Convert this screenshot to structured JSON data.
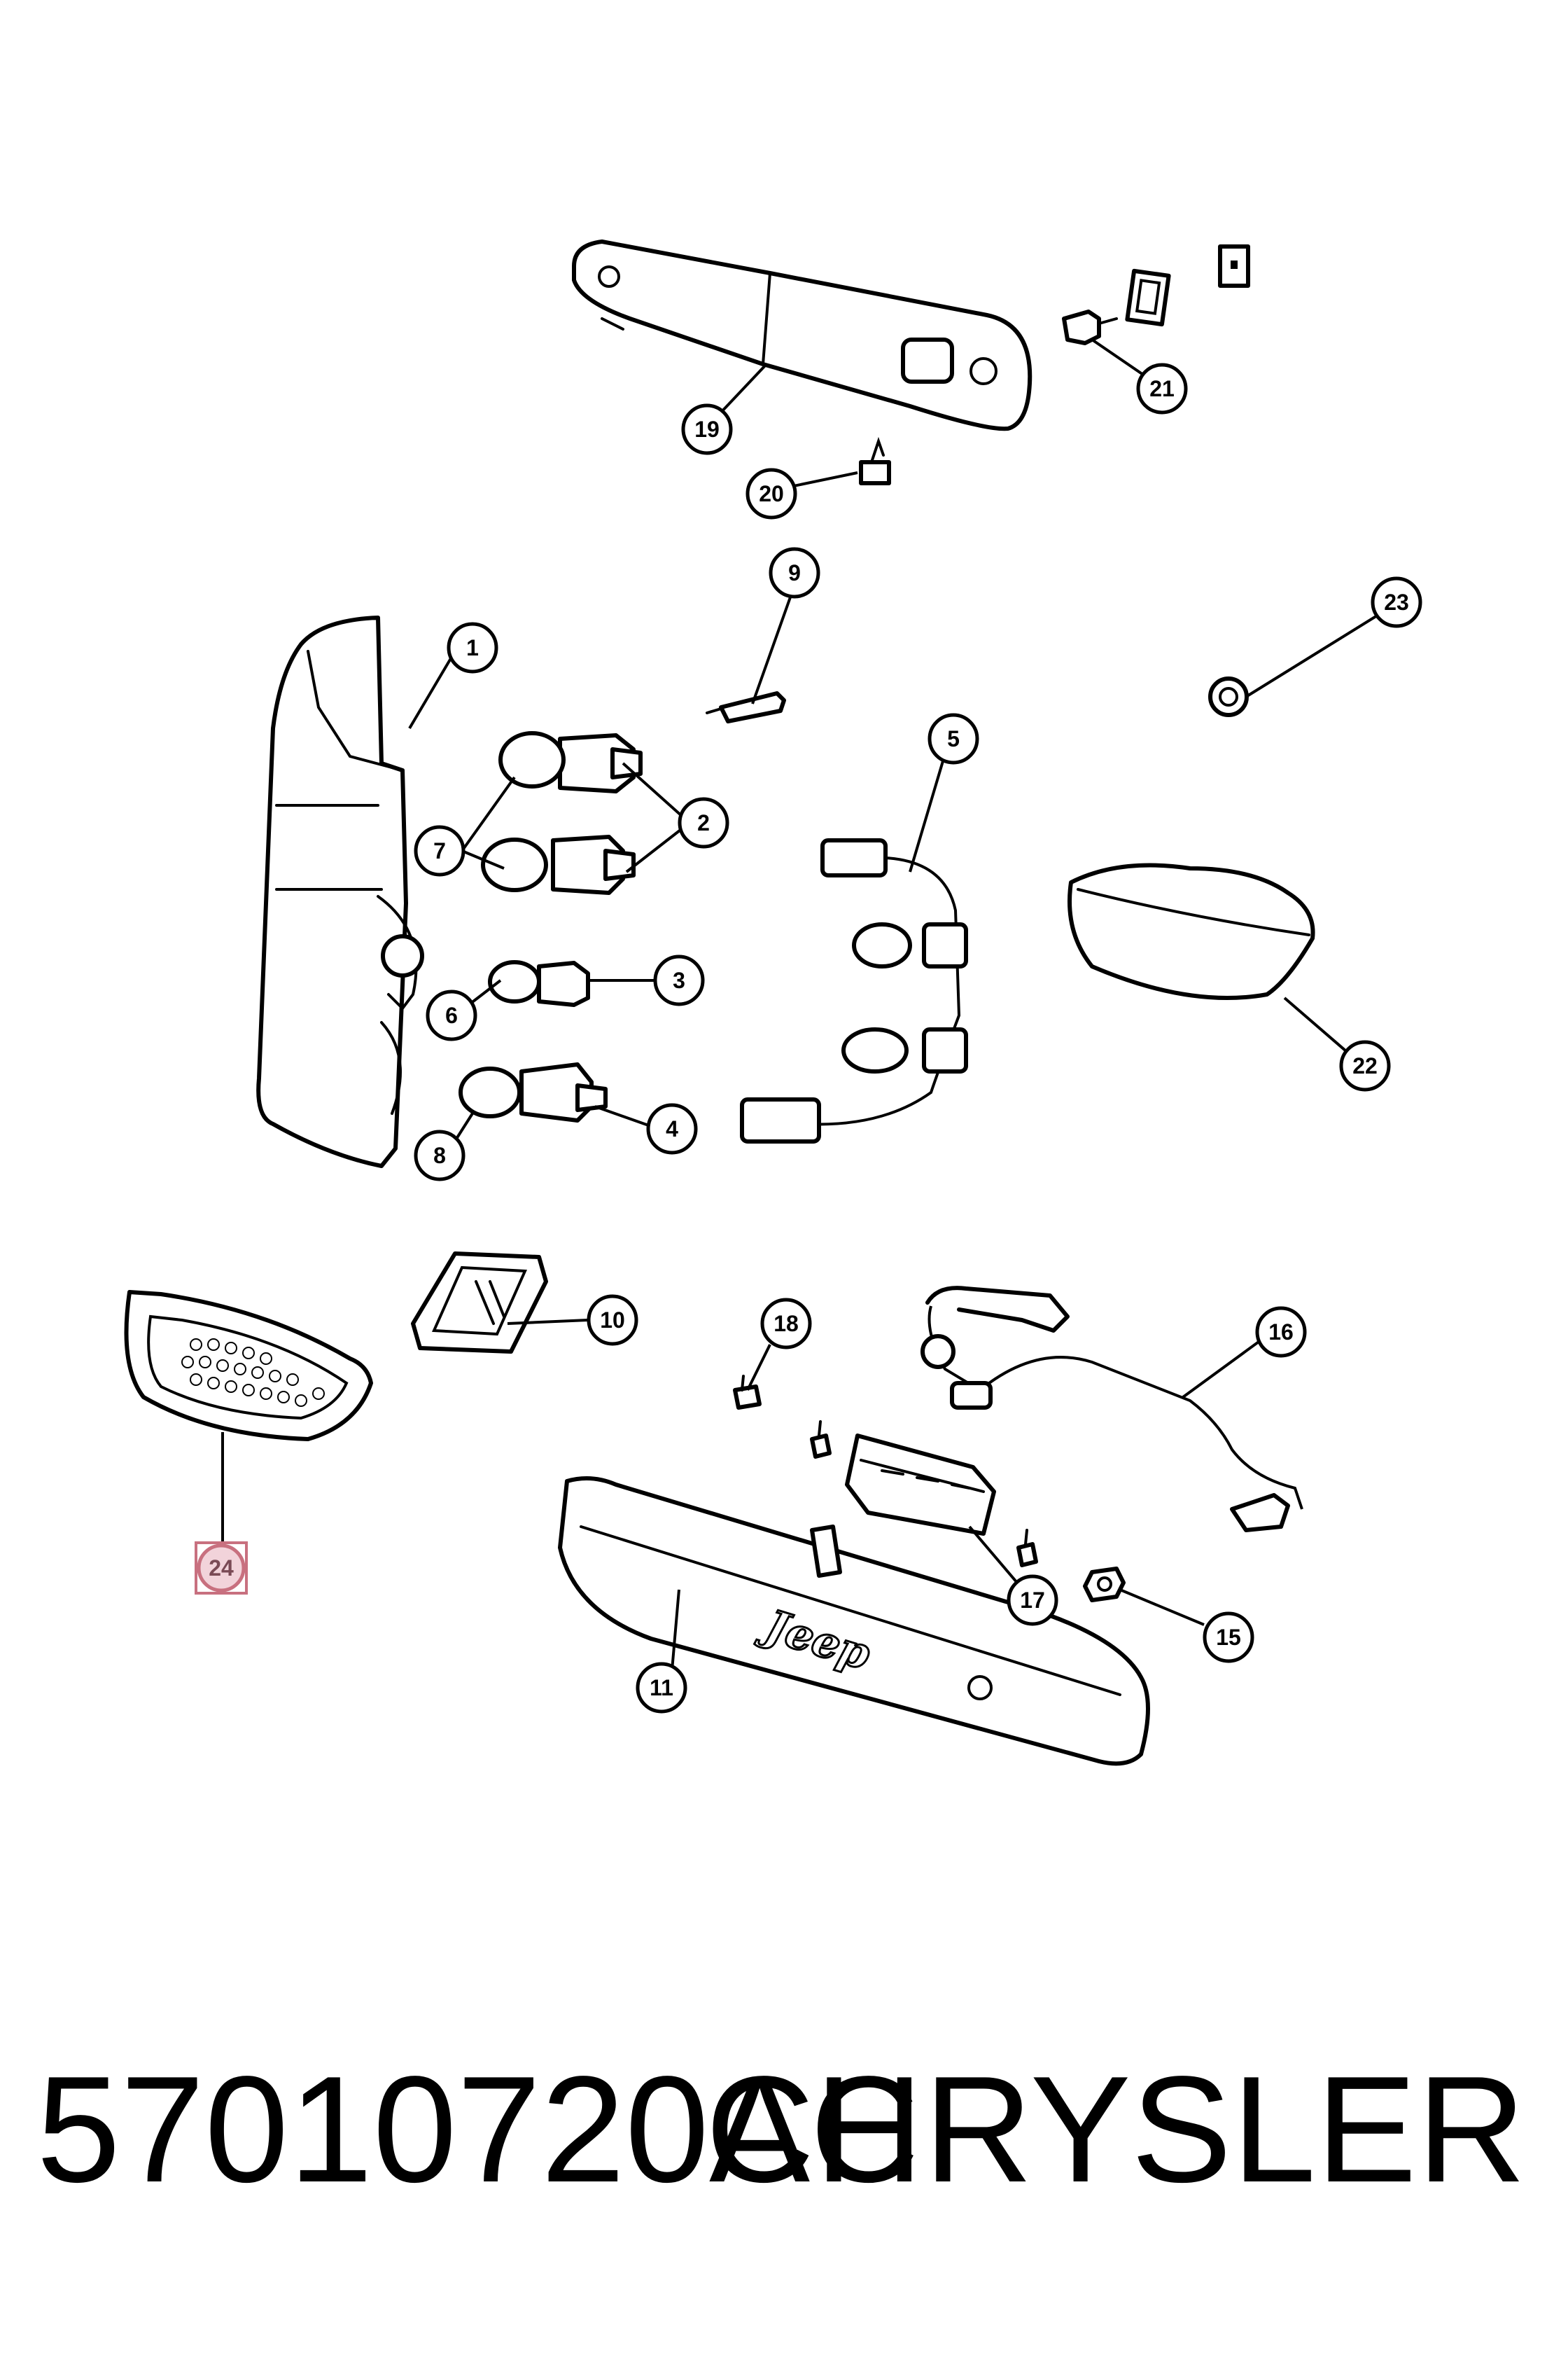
{
  "diagram": {
    "callouts": [
      {
        "id": "1",
        "label": "1"
      },
      {
        "id": "2",
        "label": "2"
      },
      {
        "id": "3",
        "label": "3"
      },
      {
        "id": "4",
        "label": "4"
      },
      {
        "id": "5",
        "label": "5"
      },
      {
        "id": "6",
        "label": "6"
      },
      {
        "id": "7",
        "label": "7"
      },
      {
        "id": "8",
        "label": "8"
      },
      {
        "id": "9",
        "label": "9"
      },
      {
        "id": "10",
        "label": "10"
      },
      {
        "id": "11",
        "label": "11"
      },
      {
        "id": "15",
        "label": "15"
      },
      {
        "id": "16",
        "label": "16"
      },
      {
        "id": "17",
        "label": "17"
      },
      {
        "id": "18",
        "label": "18"
      },
      {
        "id": "19",
        "label": "19"
      },
      {
        "id": "20",
        "label": "20"
      },
      {
        "id": "21",
        "label": "21"
      },
      {
        "id": "22",
        "label": "22"
      },
      {
        "id": "23",
        "label": "23"
      },
      {
        "id": "24",
        "label": "24",
        "highlighted": true
      }
    ],
    "emblem_text": "Jeep",
    "highlight_color": "#f2d3da"
  },
  "footer": {
    "part_number": "57010720AC",
    "brand": "CHRYSLER"
  }
}
